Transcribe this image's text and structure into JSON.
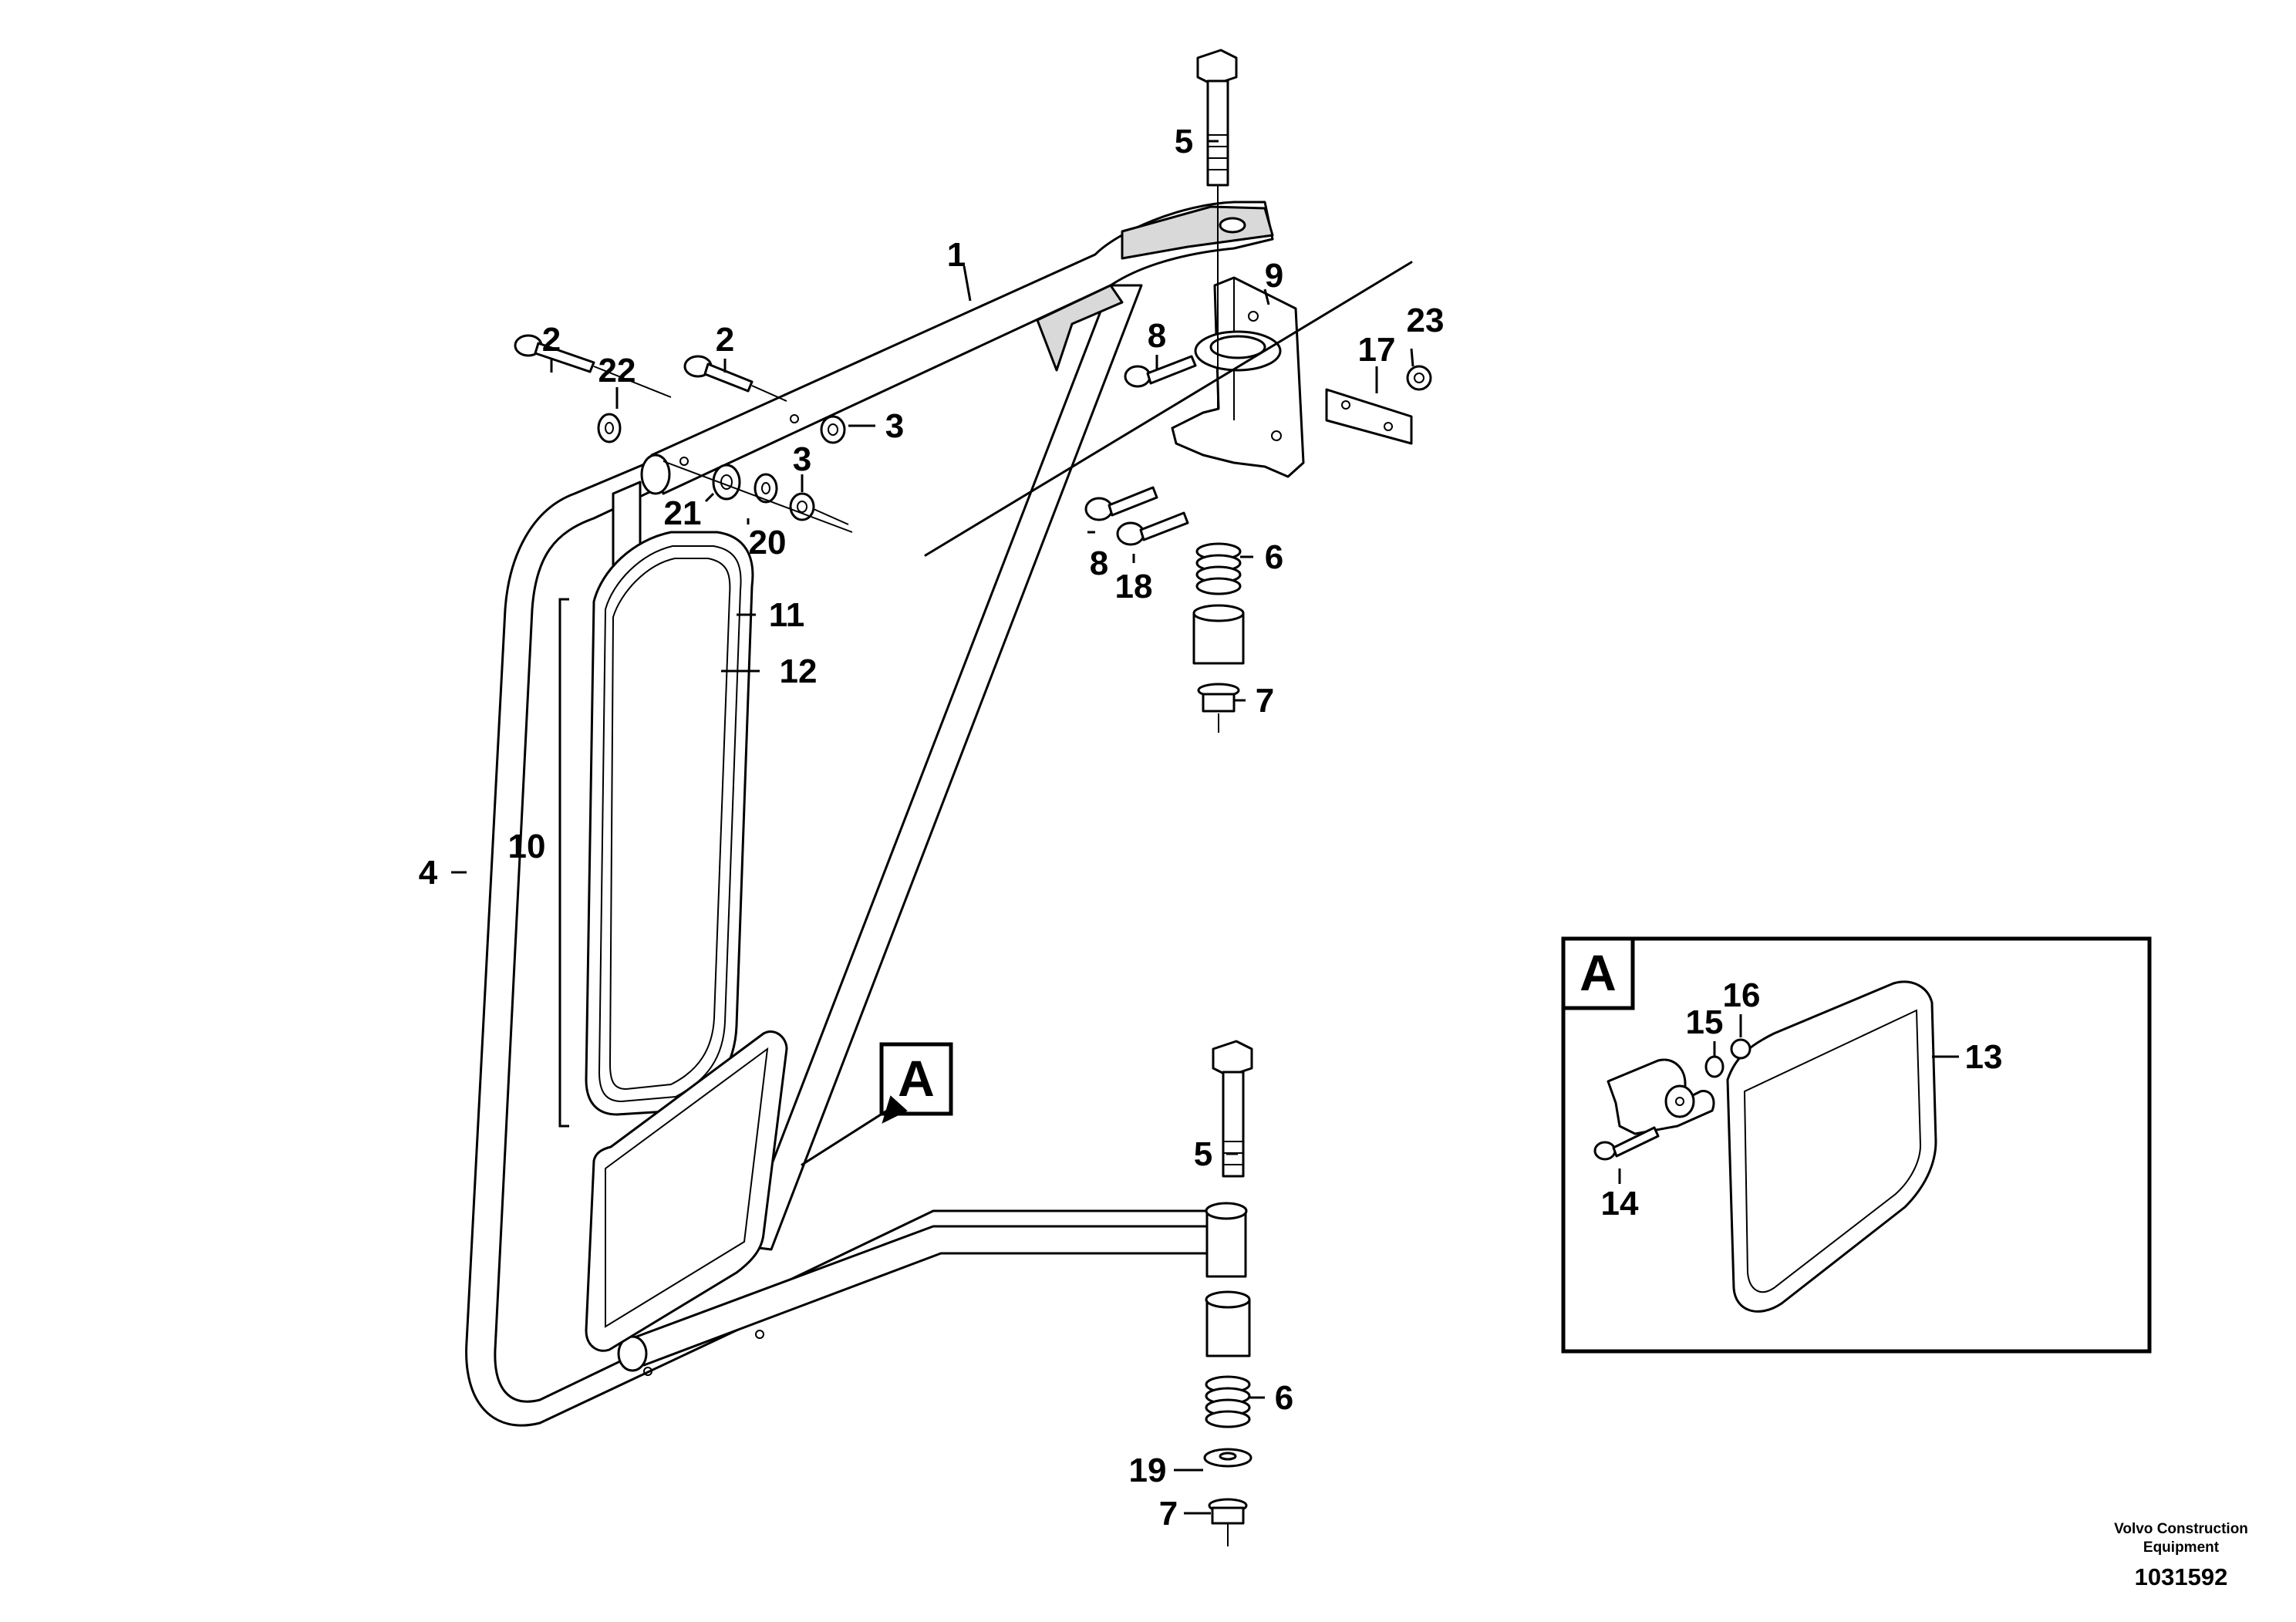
{
  "callouts": {
    "c1": "1",
    "c2a": "2",
    "c2b": "2",
    "c3a": "3",
    "c3b": "3",
    "c4": "4",
    "c5a": "5",
    "c5b": "5",
    "c6a": "6",
    "c6b": "6",
    "c7a": "7",
    "c7b": "7",
    "c8a": "8",
    "c8b": "8",
    "c9": "9",
    "c10": "10",
    "c11": "11",
    "c12": "12",
    "c13": "13",
    "c14": "14",
    "c15": "15",
    "c16": "16",
    "c17": "17",
    "c18": "18",
    "c19": "19",
    "c20": "20",
    "c21": "21",
    "c22": "22",
    "c23": "23"
  },
  "detail_view": {
    "letter": "A",
    "reference_letter": "A"
  },
  "footer": {
    "brand_line1": "Volvo Construction",
    "brand_line2": "Equipment",
    "document_number": "1031592"
  }
}
